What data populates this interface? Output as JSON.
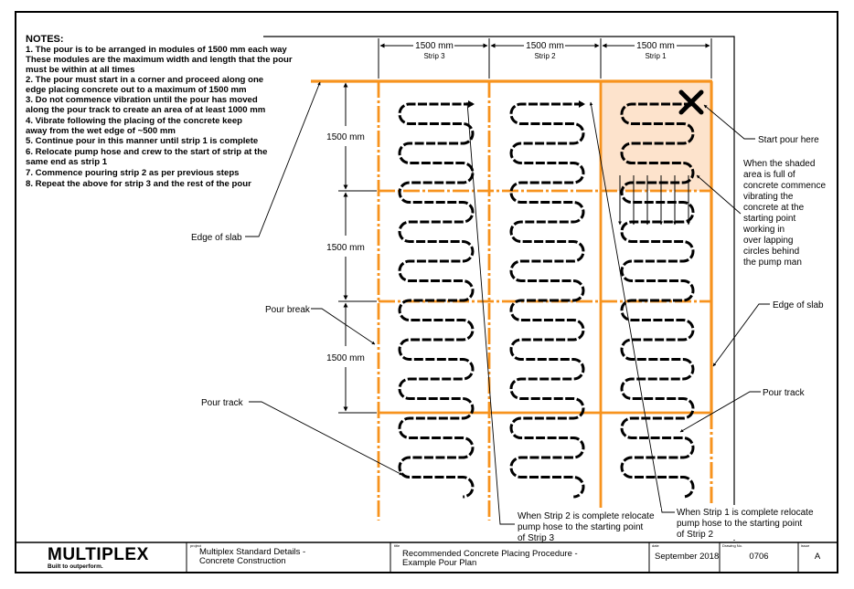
{
  "notes": {
    "title": "NOTES:",
    "lines": [
      "1. The pour is to be arranged in modules of 1500 mm each way",
      "These modules are the maximum width and length that the pour",
      "must be within at all times",
      "2. The pour must start in a corner and proceed along one",
      "edge placing concrete out to a maximum of 1500 mm",
      "3. Do not commence vibration until the pour has moved",
      "along the pour track to create an area of at least 1000 mm",
      "4. Vibrate following the placing of the concrete keep",
      "away from the wet edge of ~500 mm",
      "5. Continue pour in this manner until strip 1 is complete",
      "6. Relocate pump hose and crew to the start of strip at the",
      "same end as strip 1",
      "7. Commence pouring strip 2 as per previous steps",
      "8. Repeat the above for strip 3 and the rest of the pour"
    ]
  },
  "strips": [
    {
      "dimension": "1500 mm",
      "label": "Strip 3"
    },
    {
      "dimension": "1500 mm",
      "label": "Strip 2"
    },
    {
      "dimension": "1500 mm",
      "label": "Strip 1"
    }
  ],
  "row_dimensions": [
    "1500 mm",
    "1500 mm",
    "1500 mm"
  ],
  "labels": {
    "edge_of_slab_left": "Edge of slab",
    "pour_break": "Pour break",
    "pour_track_left": "Pour track",
    "start_pour": "Start pour here",
    "shaded_note": [
      "When the shaded",
      "area is full of",
      "concrete commence",
      "vibrating the",
      "concrete at the",
      "starting point",
      "working in",
      "over lapping",
      "circles behind",
      "the pump man"
    ],
    "edge_of_slab_right": "Edge of slab",
    "pour_track_right": "Pour track",
    "strip2_note": [
      "When Strip 2 is complete relocate",
      "pump hose to the starting point",
      "of Strip 3"
    ],
    "strip1_note": [
      "When Strip 1 is complete relocate",
      "pump hose to the starting point",
      "of Strip 2"
    ]
  },
  "title_block": {
    "logo": "MULTIPLEX",
    "tagline": "Built to outperform.",
    "project_tag": "project",
    "project_line1": "Multiplex Standard Details -",
    "project_line2": "Concrete Construction",
    "title_tag": "title",
    "title_line1": "Recommended Concrete Placing Procedure -",
    "title_line2": "Example Pour Plan",
    "date_tag": "date",
    "date": "September 2018",
    "drawing_tag": "Drawing No.",
    "drawing_no": "0706",
    "issue_tag": "issue",
    "issue": "A"
  },
  "colors": {
    "slab_edge": "#f7931e",
    "shaded": "#fde3cc",
    "line": "#000000"
  }
}
